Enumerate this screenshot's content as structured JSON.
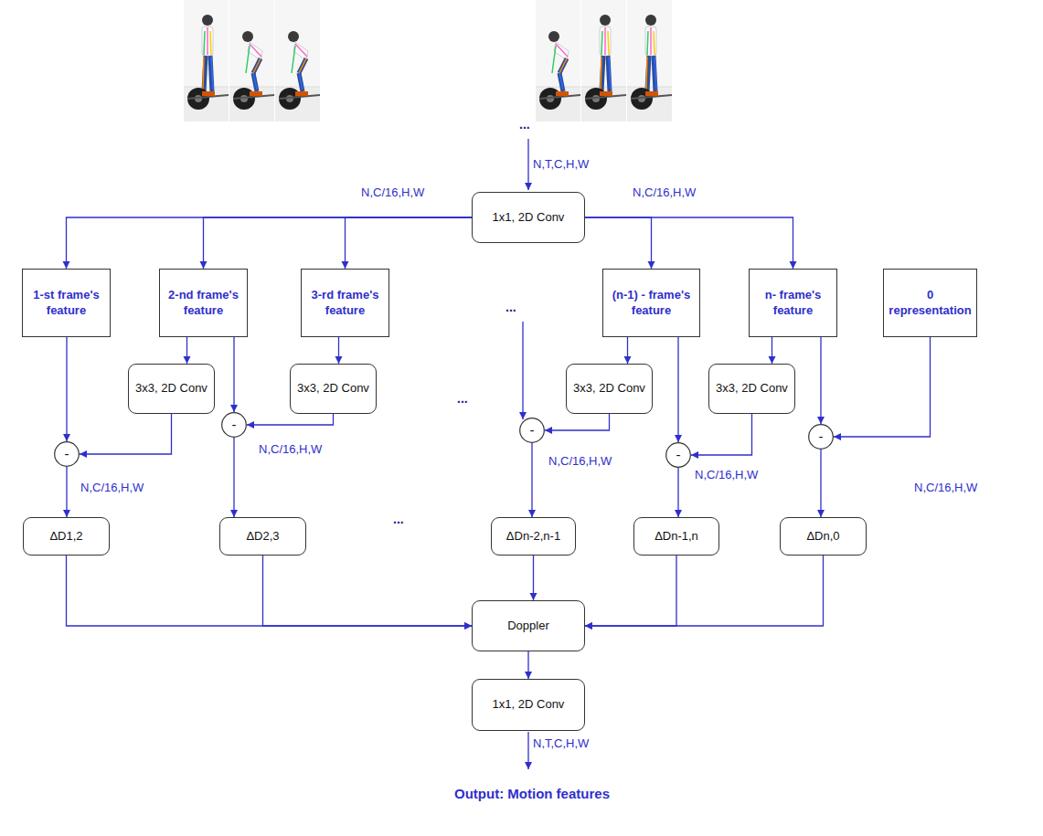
{
  "diagram": {
    "nodes": [
      {
        "text": [
          "1x1, 2D Conv"
        ]
      },
      {
        "text": [
          "1-st frame's feature"
        ]
      },
      {
        "text": [
          "2-nd frame's feature"
        ]
      },
      {
        "text": [
          "3-rd frame's feature"
        ]
      },
      {
        "text": [
          "(n-1) - frame's feature"
        ]
      },
      {
        "text": [
          "n- frame's feature"
        ]
      },
      {
        "text": [
          "0 representation"
        ]
      },
      {
        "text": [
          "3x3, 2D Conv"
        ]
      },
      {
        "text": [
          "3x3, 2D Conv"
        ]
      },
      {
        "text": [
          "3x3, 2D Conv"
        ]
      },
      {
        "text": [
          "3x3, 2D Conv"
        ]
      },
      {
        "text": [
          "-"
        ]
      },
      {
        "text": [
          "-"
        ]
      },
      {
        "text": [
          "-"
        ]
      },
      {
        "text": [
          "-"
        ]
      },
      {
        "text": [
          "-"
        ]
      },
      {
        "text": [
          "ΔD1,2"
        ]
      },
      {
        "text": [
          "ΔD2,3"
        ]
      },
      {
        "text": [
          "ΔDn-2,n-1"
        ]
      },
      {
        "text": [
          "ΔDn-1,n"
        ]
      },
      {
        "text": [
          "ΔDn,0"
        ]
      },
      {
        "text": [
          "Doppler"
        ]
      },
      {
        "text": [
          "1x1, 2D Conv"
        ]
      }
    ],
    "edges": [
      {
        "from": 0,
        "to": 1,
        "arrow": "to"
      },
      {
        "from": 0,
        "to": 2,
        "arrow": "to"
      },
      {
        "from": 0,
        "to": 3,
        "arrow": "to"
      },
      {
        "from": 0,
        "to": 4,
        "arrow": "to"
      },
      {
        "from": 0,
        "to": 5,
        "arrow": "to"
      },
      {
        "from": 1,
        "to": 11,
        "arrow": "to"
      },
      {
        "from": 2,
        "to": 7,
        "arrow": "to"
      },
      {
        "from": 3,
        "to": 8,
        "arrow": "to"
      },
      {
        "from": 4,
        "to": 9,
        "arrow": "to"
      },
      {
        "from": 5,
        "to": 10,
        "arrow": "to"
      },
      {
        "from": 7,
        "to": 11,
        "arrow": "to"
      },
      {
        "from": 2,
        "to": 12,
        "arrow": "to"
      },
      {
        "from": 8,
        "to": 12,
        "arrow": "to"
      },
      {
        "from": 9,
        "to": 13,
        "arrow": "to"
      },
      {
        "from": 4,
        "to": 14,
        "arrow": "to"
      },
      {
        "from": 10,
        "to": 14,
        "arrow": "to"
      },
      {
        "from": 5,
        "to": 15,
        "arrow": "to"
      },
      {
        "from": 6,
        "to": 15,
        "arrow": "to"
      },
      {
        "from": 11,
        "to": 16,
        "arrow": "to"
      },
      {
        "from": 12,
        "to": 17,
        "arrow": "to"
      },
      {
        "from": 13,
        "to": 18,
        "arrow": "to"
      },
      {
        "from": 14,
        "to": 19,
        "arrow": "to"
      },
      {
        "from": 15,
        "to": 20,
        "arrow": "to"
      },
      {
        "from": 16,
        "to": 21,
        "arrow": "to"
      },
      {
        "from": 17,
        "to": 21,
        "arrow": "to"
      },
      {
        "from": 18,
        "to": 21,
        "arrow": "to"
      },
      {
        "from": 19,
        "to": 21,
        "arrow": "to"
      },
      {
        "from": 20,
        "to": 21,
        "arrow": "to"
      },
      {
        "from": 21,
        "to": 22,
        "arrow": "to"
      }
    ],
    "labels": [
      "...",
      "N,T,C,H,W",
      "N,C/16,H,W",
      "N,C/16,H,W",
      "...",
      "...",
      "N,C/16,H,W",
      "N,C/16,H,W",
      "N,C/16,H,W",
      "N,C/16,H,W",
      "N,C/16,H,W",
      "...",
      "N,T,C,H,W",
      "Output: Motion features"
    ]
  }
}
